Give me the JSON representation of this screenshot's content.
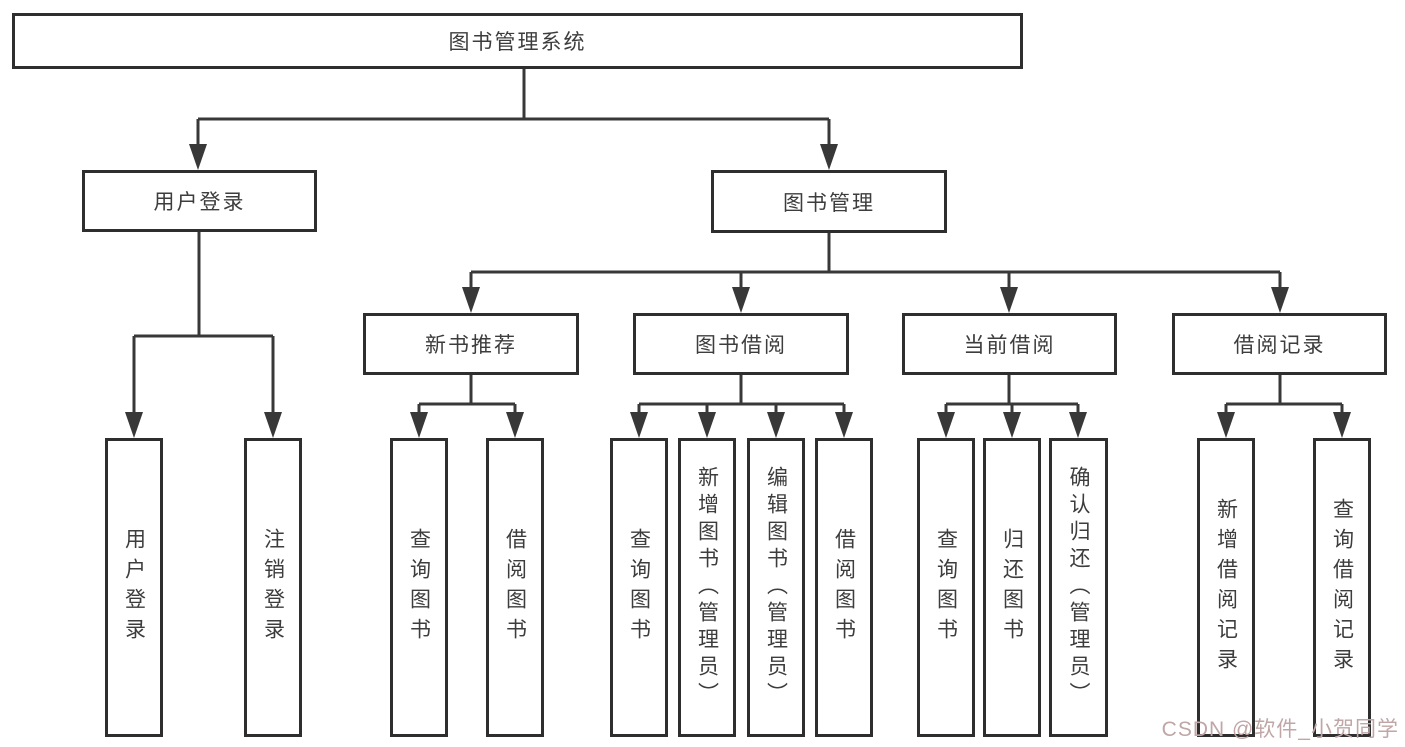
{
  "root": {
    "label": "图书管理系统"
  },
  "user_branch": {
    "label": "用户登录",
    "children": [
      {
        "label": "用户登录"
      },
      {
        "label": "注销登录"
      }
    ]
  },
  "book_branch": {
    "label": "图书管理",
    "groups": [
      {
        "label": "新书推荐",
        "children": [
          {
            "label": "查询图书"
          },
          {
            "label": "借阅图书"
          }
        ]
      },
      {
        "label": "图书借阅",
        "children": [
          {
            "label": "查询图书"
          },
          {
            "label": "新增图书（管理员）"
          },
          {
            "label": "编辑图书（管理员）"
          },
          {
            "label": "借阅图书"
          }
        ]
      },
      {
        "label": "当前借阅",
        "children": [
          {
            "label": "查询图书"
          },
          {
            "label": "归还图书"
          },
          {
            "label": "确认归还（管理员）"
          }
        ]
      },
      {
        "label": "借阅记录",
        "children": [
          {
            "label": "新增借阅记录"
          },
          {
            "label": "查询借阅记录"
          }
        ]
      }
    ]
  },
  "watermark": {
    "text": "CSDN @软件_小贺同学"
  },
  "colors": {
    "line": "#383838",
    "border": "#2e2e2e",
    "text": "#3d3d3d",
    "watermark": "#c0a6a6",
    "background": "#ffffff"
  }
}
